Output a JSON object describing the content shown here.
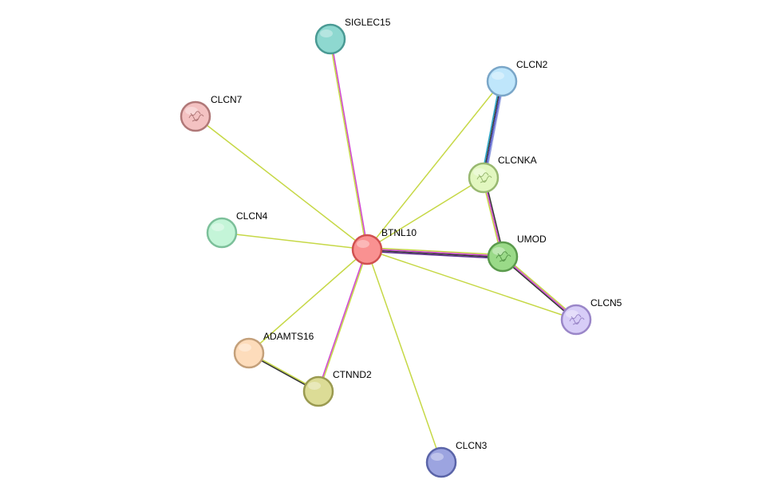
{
  "network": {
    "nodes": [
      {
        "id": "BTNL10",
        "label": "BTNL10",
        "fill": "#f99191",
        "stroke": "#d05050",
        "query": true
      },
      {
        "id": "SIGLEC15",
        "label": "SIGLEC15",
        "fill": "#8ed8d0",
        "stroke": "#4a9a94"
      },
      {
        "id": "CLCN7",
        "label": "CLCN7",
        "fill": "#f4c2c2",
        "stroke": "#b07878",
        "structure": true
      },
      {
        "id": "CLCN2",
        "label": "CLCN2",
        "fill": "#bfe6fb",
        "stroke": "#7aa6c8"
      },
      {
        "id": "CLCNKA",
        "label": "CLCNKA",
        "fill": "#e2f7c0",
        "stroke": "#98b870",
        "structure": true
      },
      {
        "id": "CLCN4",
        "label": "CLCN4",
        "fill": "#c4f5d8",
        "stroke": "#7cc09a"
      },
      {
        "id": "UMOD",
        "label": "UMOD",
        "fill": "#9ada88",
        "stroke": "#5a9a4c",
        "structure": true
      },
      {
        "id": "CLCN5",
        "label": "CLCN5",
        "fill": "#d7cdf7",
        "stroke": "#9a86c8",
        "structure": true
      },
      {
        "id": "ADAMTS16",
        "label": "ADAMTS16",
        "fill": "#fddcbb",
        "stroke": "#c4a07a"
      },
      {
        "id": "CTNND2",
        "label": "CTNND2",
        "fill": "#dcdc96",
        "stroke": "#9a9a50"
      },
      {
        "id": "CLCN3",
        "label": "CLCN3",
        "fill": "#9ca4e0",
        "stroke": "#5a64a8"
      }
    ],
    "edges": [
      {
        "source": "BTNL10",
        "target": "SIGLEC15",
        "colors": [
          "#c6d846",
          "#cf45cf"
        ]
      },
      {
        "source": "BTNL10",
        "target": "CLCN7",
        "colors": [
          "#c6d846"
        ]
      },
      {
        "source": "BTNL10",
        "target": "CLCN2",
        "colors": [
          "#c6d846"
        ]
      },
      {
        "source": "BTNL10",
        "target": "CLCNKA",
        "colors": [
          "#c6d846"
        ]
      },
      {
        "source": "BTNL10",
        "target": "CLCN4",
        "colors": [
          "#c6d846"
        ]
      },
      {
        "source": "BTNL10",
        "target": "UMOD",
        "colors": [
          "#c6d846",
          "#cf45cf",
          "#333333",
          "#5a2a8a"
        ]
      },
      {
        "source": "BTNL10",
        "target": "CLCN5",
        "colors": [
          "#c6d846"
        ]
      },
      {
        "source": "BTNL10",
        "target": "ADAMTS16",
        "colors": [
          "#c6d846"
        ]
      },
      {
        "source": "BTNL10",
        "target": "CTNND2",
        "colors": [
          "#c6d846",
          "#cf45cf"
        ]
      },
      {
        "source": "BTNL10",
        "target": "CLCN3",
        "colors": [
          "#c6d846"
        ]
      },
      {
        "source": "CLCN2",
        "target": "CLCNKA",
        "colors": [
          "#8f9bde",
          "#5050c8",
          "#333333",
          "#2aa6c8"
        ]
      },
      {
        "source": "CLCNKA",
        "target": "UMOD",
        "colors": [
          "#333333",
          "#cf45cf",
          "#c6d846"
        ]
      },
      {
        "source": "UMOD",
        "target": "CLCN5",
        "colors": [
          "#c6d846",
          "#cf45cf",
          "#333333"
        ]
      },
      {
        "source": "ADAMTS16",
        "target": "CTNND2",
        "colors": [
          "#c6d846",
          "#333333"
        ]
      }
    ]
  }
}
